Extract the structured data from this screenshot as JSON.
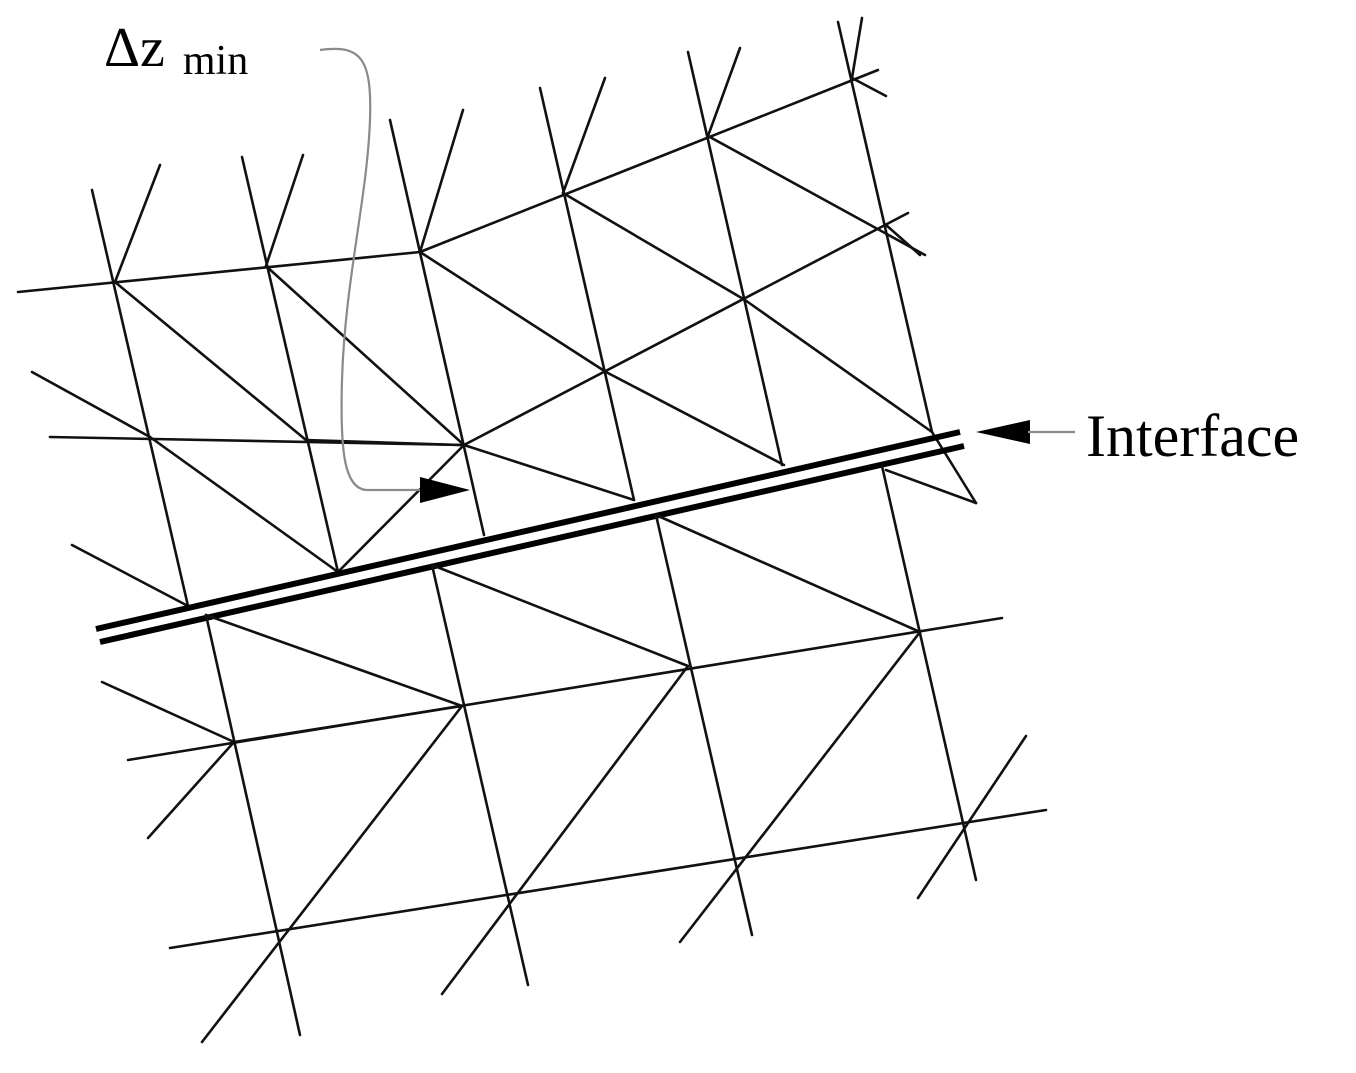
{
  "labels": {
    "dz_symbol": "Δz",
    "dz_subscript": "min",
    "interface": "Interface"
  },
  "colors": {
    "mesh": "#111111",
    "interface": "#000000",
    "leader": "#8a8a8a",
    "background": "#ffffff"
  }
}
